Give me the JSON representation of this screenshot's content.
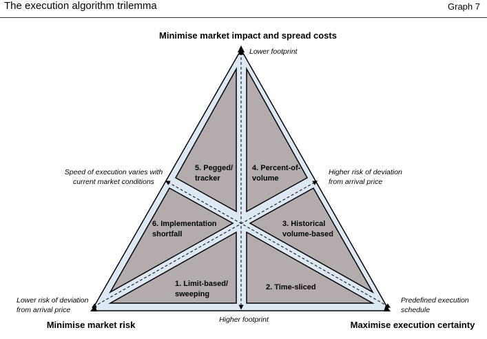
{
  "header": {
    "title": "The execution algorithm trilemma",
    "graph_label": "Graph 7"
  },
  "axes": {
    "top": "Minimise market impact and spread costs",
    "bottom_left": "Minimise market risk",
    "bottom_right": "Maximise execution certainty"
  },
  "annotations": {
    "lower_footprint": "Lower footprint",
    "higher_footprint": "Higher footprint",
    "speed_line1": "Speed of execution varies with",
    "speed_line2": "current market conditions",
    "higher_risk_line1": "Higher risk of deviation",
    "higher_risk_line2": "from arrival price",
    "lower_risk_line1": "Lower risk of deviation",
    "lower_risk_line2": "from arrival price",
    "predefined_line1": "Predefined execution",
    "predefined_line2": "schedule"
  },
  "regions": {
    "pegged_line1": "5. Pegged/",
    "pegged_line2": "tracker",
    "pov_line1": "4. Percent-of-",
    "pov_line2": "volume",
    "is_line1": "6. Implementation",
    "is_line2": "shortfall",
    "hist_line1": "3. Historical",
    "hist_line2": "volume-based",
    "limit_line1": "1. Limit-based/",
    "limit_line2": "sweeping",
    "time_line1": "2. Time-sliced"
  },
  "colors": {
    "fill": "#b4acac",
    "band": "#dce9f5",
    "stroke": "#000000"
  }
}
